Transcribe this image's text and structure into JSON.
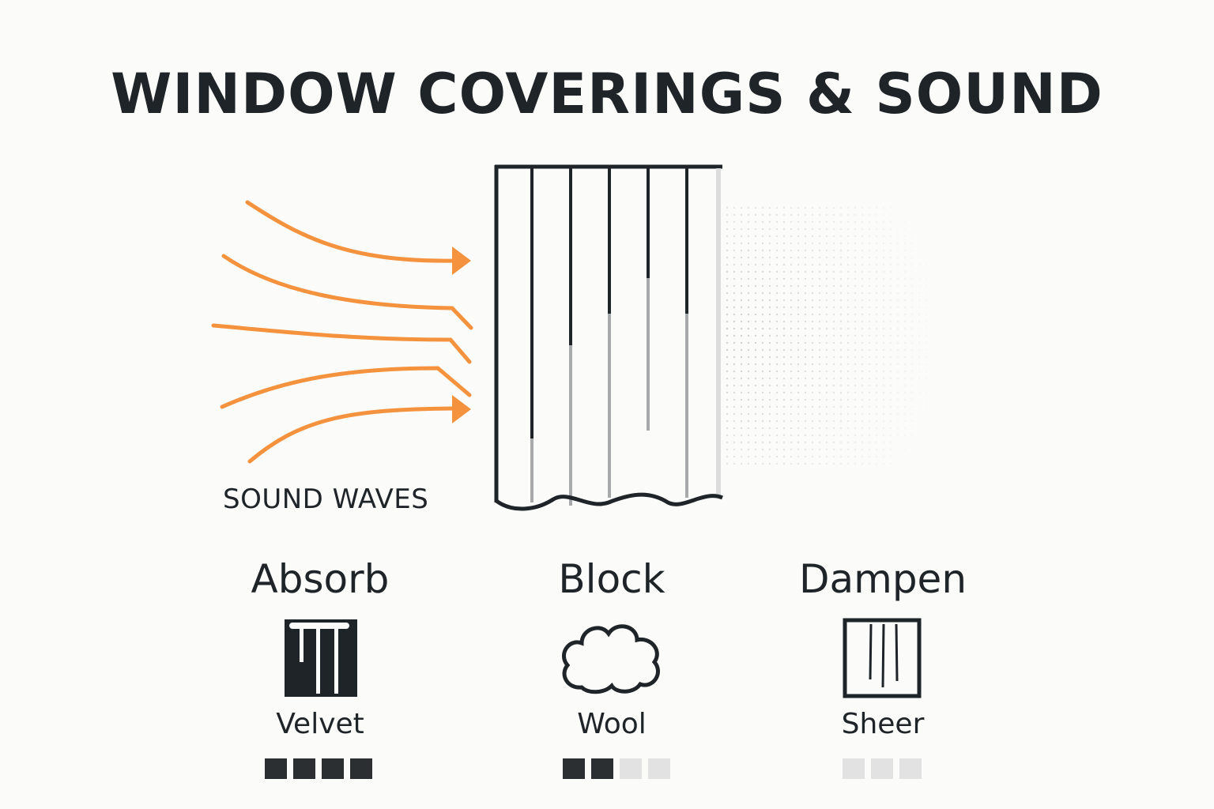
{
  "title": "WINDOW COVERINGS & SOUND",
  "sound_waves_label": "SOUND WAVES",
  "colors": {
    "wave": "#f5923e",
    "ink": "#1e2428",
    "rating_on": "#2b2f32",
    "rating_off": "#e2e2e2"
  },
  "categories": [
    {
      "title": "Absorb",
      "material": "Velvet",
      "icon": "velvet-curtain-icon",
      "rating": 4,
      "rating_max": 4
    },
    {
      "title": "Block",
      "material": "Wool",
      "icon": "wool-cloud-icon",
      "rating": 2,
      "rating_max": 4
    },
    {
      "title": "Dampen",
      "material": "Sheer",
      "icon": "sheer-curtain-icon",
      "rating": 0,
      "rating_max": 3
    }
  ]
}
